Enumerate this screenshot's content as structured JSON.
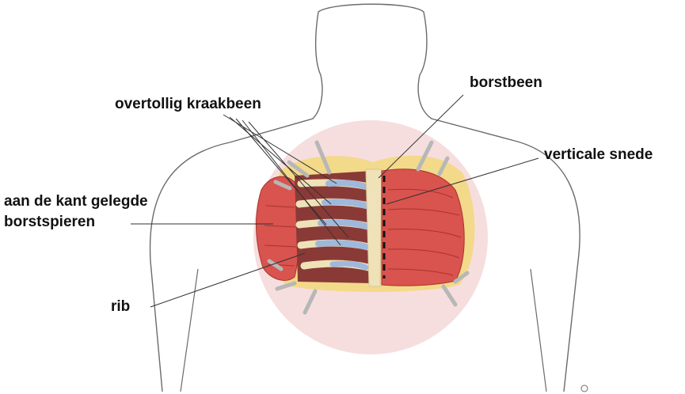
{
  "labels": {
    "sternum": "borstbeen",
    "excess_cartilage": "overtollig kraakbeen",
    "vertical_incision": "verticale snede",
    "retracted_muscles_line1": "aan de kant gelegde",
    "retracted_muscles_line2": "borstspieren",
    "rib": "rib"
  },
  "colors": {
    "outline": "#6b6b6b",
    "spotlight": "#f6dede",
    "muscle": "#d9534f",
    "muscle_dark": "#a8332f",
    "fat": "#f3d98a",
    "cartilage": "#9fb8dc",
    "bone": "#efe2b8",
    "cavity": "#8a3a36",
    "retractor": "#b7b7b7",
    "leader": "#333333",
    "incision": "#111111"
  }
}
